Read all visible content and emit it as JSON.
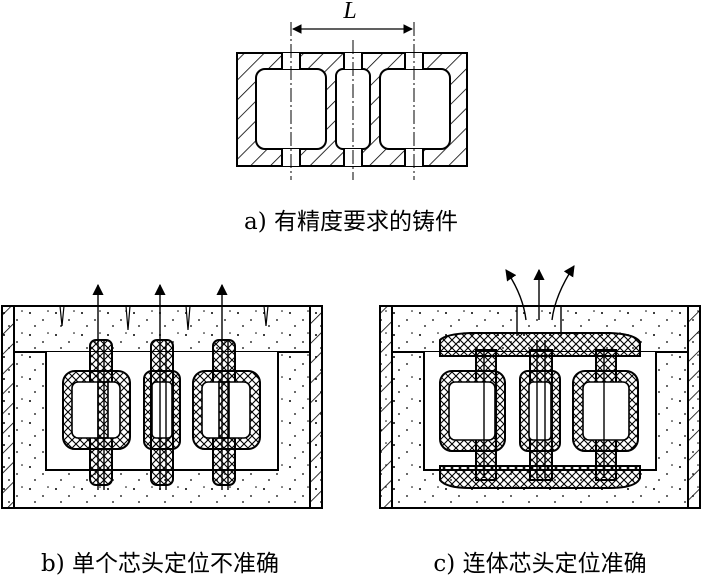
{
  "diagram": {
    "dimension_label": "L",
    "captions": {
      "a": "a) 有精度要求的铸件",
      "b": "b) 单个芯头定位不准确",
      "c": "c) 连体芯头定位准确"
    }
  }
}
